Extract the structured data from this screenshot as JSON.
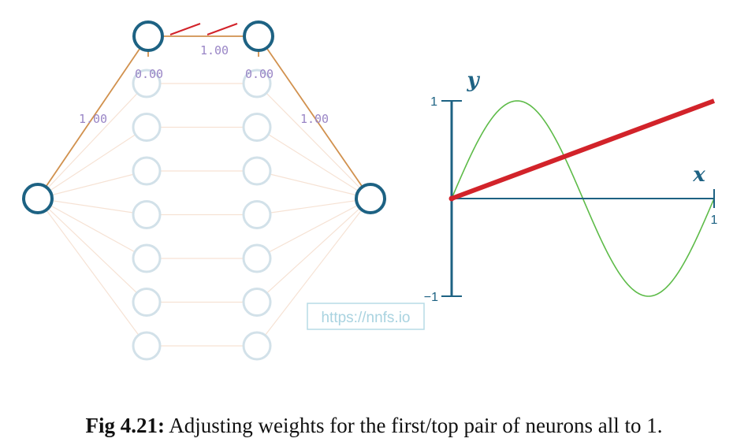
{
  "diagram": {
    "top_weights": {
      "left": "1.00",
      "middle": "1.00",
      "right": "1.00"
    },
    "biases": {
      "first": "0.00",
      "second": "0.00"
    },
    "hidden_rows": 7,
    "colors": {
      "active_neuron": "#1d6283",
      "inactive_neuron": "#d2e1e9",
      "active_connection": "#d1914e",
      "inactive_connection": "#f6e2d4",
      "bias_label": "#9a86c6"
    }
  },
  "chart": {
    "x_axis_label": "x",
    "y_axis_label": "y",
    "y_ticks": [
      "1",
      "−1"
    ],
    "x_ticks": [
      "1"
    ],
    "watermark": "https://nnfs.io",
    "colors": {
      "axes": "#1d6283",
      "target_curve": "#5dbb48",
      "output_line": "#d2232a"
    }
  },
  "chart_data": {
    "type": "line",
    "xlabel": "x",
    "ylabel": "y",
    "xlim": [
      0,
      1
    ],
    "ylim": [
      -1,
      1
    ],
    "grid": false,
    "series": [
      {
        "kind": "sine",
        "amplitude": 1,
        "cycles": 1,
        "color": "#5dbb48"
      },
      {
        "kind": "linear",
        "x": [
          0,
          1
        ],
        "y": [
          0,
          1
        ],
        "color": "#d2232a"
      }
    ]
  },
  "caption": {
    "label": "Fig 4.21:",
    "text": " Adjusting weights for the first/top pair of neurons all to 1."
  }
}
